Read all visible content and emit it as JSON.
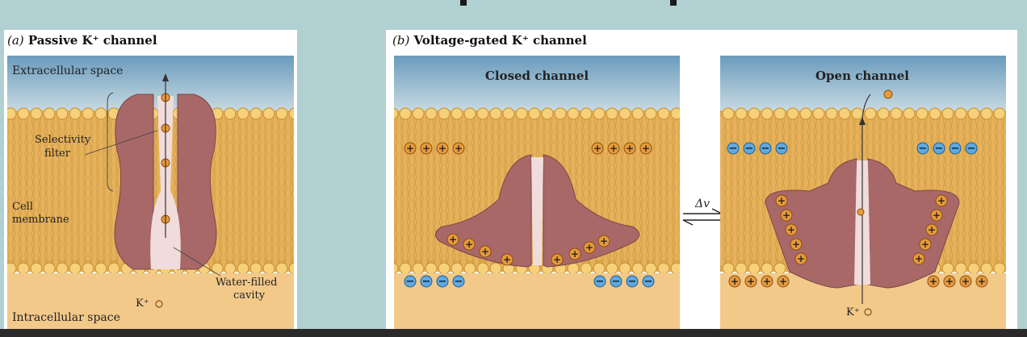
{
  "panel_a": {
    "letter": "(a)",
    "title": "Passive K⁺ channel",
    "labels": {
      "extracellular": "Extracellular space",
      "selectivity_1": "Selectivity",
      "selectivity_2": "filter",
      "membrane_1": "Cell",
      "membrane_2": "membrane",
      "cavity_1": "Water-filled",
      "cavity_2": "cavity",
      "ion": "K⁺",
      "intracellular": "Intracellular space"
    }
  },
  "panel_b": {
    "letter": "(b)",
    "title": "Voltage-gated K⁺ channel",
    "closed_label": "Closed channel",
    "open_label": "Open channel",
    "delta_label": "Δv",
    "ion": "K⁺",
    "plus_sign": "+",
    "minus_sign": "−"
  },
  "colors": {
    "extracellular_top": "#6a9bbd",
    "extracellular_bottom": "#c9dbe2",
    "membrane": "#e7b25a",
    "intracellular": "#f3c98a",
    "protein": "#a86868",
    "pore": "#f1dcdc",
    "ion": "#e89a3a",
    "negative": "#5fa9e0"
  }
}
